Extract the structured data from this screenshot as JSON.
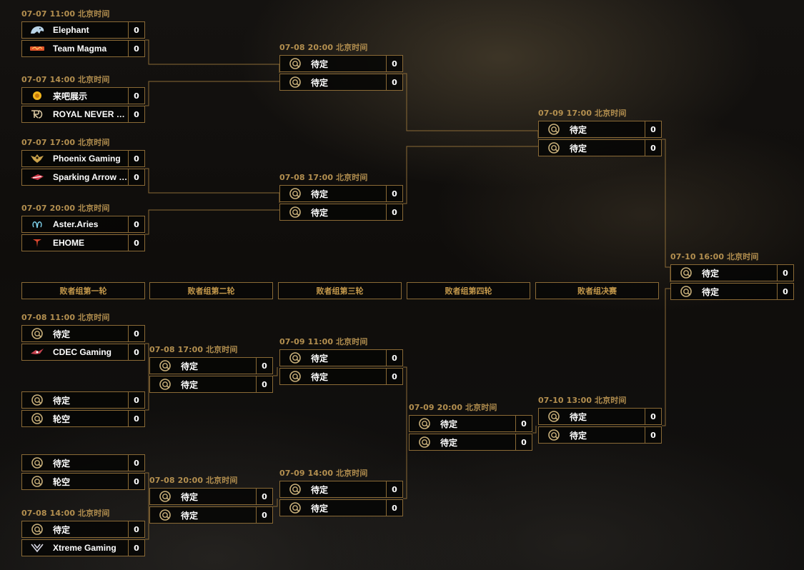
{
  "round_labels": [
    "败者组第一轮",
    "败者组第二轮",
    "败者组第三轮",
    "败者组第四轮",
    "败者组决赛"
  ],
  "upper": [
    {
      "date": "07-07 11:00 北京时间",
      "teams": [
        {
          "name": "Elephant",
          "score": "0",
          "logo": "elephant-logo"
        },
        {
          "name": "Team Magma",
          "score": "0",
          "logo": "team-magma-logo"
        }
      ]
    },
    {
      "date": "07-07 14:00 北京时间",
      "teams": [
        {
          "name": "来吧展示",
          "score": "0",
          "logo": "laiba-zhanshi-logo"
        },
        {
          "name": "ROYAL NEVER GIVE UP",
          "score": "0",
          "logo": "rng-logo"
        }
      ]
    },
    {
      "date": "07-07 17:00 北京时间",
      "teams": [
        {
          "name": "Phoenix Gaming",
          "score": "0",
          "logo": "phoenix-gaming-logo"
        },
        {
          "name": "Sparking Arrow Gaming",
          "score": "0",
          "logo": "sparking-arrow-logo"
        }
      ]
    },
    {
      "date": "07-07 20:00 北京时间",
      "teams": [
        {
          "name": "Aster.Aries",
          "score": "0",
          "logo": "aster-aries-logo"
        },
        {
          "name": "EHOME",
          "score": "0",
          "logo": "ehome-logo"
        }
      ]
    },
    {
      "date": "07-08 20:00 北京时间",
      "teams": [
        {
          "name": "待定",
          "score": "0",
          "logo": "tbd-logo"
        },
        {
          "name": "待定",
          "score": "0",
          "logo": "tbd-logo"
        }
      ]
    },
    {
      "date": "07-08 17:00 北京时间",
      "teams": [
        {
          "name": "待定",
          "score": "0",
          "logo": "tbd-logo"
        },
        {
          "name": "待定",
          "score": "0",
          "logo": "tbd-logo"
        }
      ]
    },
    {
      "date": "07-09 17:00 北京时间",
      "teams": [
        {
          "name": "待定",
          "score": "0",
          "logo": "tbd-logo"
        },
        {
          "name": "待定",
          "score": "0",
          "logo": "tbd-logo"
        }
      ]
    },
    {
      "date": "07-10 16:00 北京时间",
      "teams": [
        {
          "name": "待定",
          "score": "0",
          "logo": "tbd-logo"
        },
        {
          "name": "待定",
          "score": "0",
          "logo": "tbd-logo"
        }
      ]
    }
  ],
  "lower": [
    {
      "date": "07-08 11:00 北京时间",
      "teams": [
        {
          "name": "待定",
          "score": "0",
          "logo": "tbd-logo"
        },
        {
          "name": "CDEC Gaming",
          "score": "0",
          "logo": "cdec-gaming-logo"
        }
      ]
    },
    {
      "date": "",
      "teams": [
        {
          "name": "待定",
          "score": "0",
          "logo": "tbd-logo"
        },
        {
          "name": "轮空",
          "score": "0",
          "logo": "tbd-logo"
        }
      ]
    },
    {
      "date": "",
      "teams": [
        {
          "name": "待定",
          "score": "0",
          "logo": "tbd-logo"
        },
        {
          "name": "轮空",
          "score": "0",
          "logo": "tbd-logo"
        }
      ]
    },
    {
      "date": "07-08 14:00 北京时间",
      "teams": [
        {
          "name": "待定",
          "score": "0",
          "logo": "tbd-logo"
        },
        {
          "name": "Xtreme Gaming",
          "score": "0",
          "logo": "xtreme-gaming-logo"
        }
      ]
    },
    {
      "date": "07-08 17:00 北京时间",
      "teams": [
        {
          "name": "待定",
          "score": "0",
          "logo": "tbd-logo"
        },
        {
          "name": "待定",
          "score": "0",
          "logo": "tbd-logo"
        }
      ]
    },
    {
      "date": "07-08 20:00 北京时间",
      "teams": [
        {
          "name": "待定",
          "score": "0",
          "logo": "tbd-logo"
        },
        {
          "name": "待定",
          "score": "0",
          "logo": "tbd-logo"
        }
      ]
    },
    {
      "date": "07-09 11:00 北京时间",
      "teams": [
        {
          "name": "待定",
          "score": "0",
          "logo": "tbd-logo"
        },
        {
          "name": "待定",
          "score": "0",
          "logo": "tbd-logo"
        }
      ]
    },
    {
      "date": "07-09 14:00 北京时间",
      "teams": [
        {
          "name": "待定",
          "score": "0",
          "logo": "tbd-logo"
        },
        {
          "name": "待定",
          "score": "0",
          "logo": "tbd-logo"
        }
      ]
    },
    {
      "date": "07-09 20:00 北京时间",
      "teams": [
        {
          "name": "待定",
          "score": "0",
          "logo": "tbd-logo"
        },
        {
          "name": "待定",
          "score": "0",
          "logo": "tbd-logo"
        }
      ]
    },
    {
      "date": "07-10 13:00 北京时间",
      "teams": [
        {
          "name": "待定",
          "score": "0",
          "logo": "tbd-logo"
        },
        {
          "name": "待定",
          "score": "0",
          "logo": "tbd-logo"
        }
      ]
    }
  ]
}
